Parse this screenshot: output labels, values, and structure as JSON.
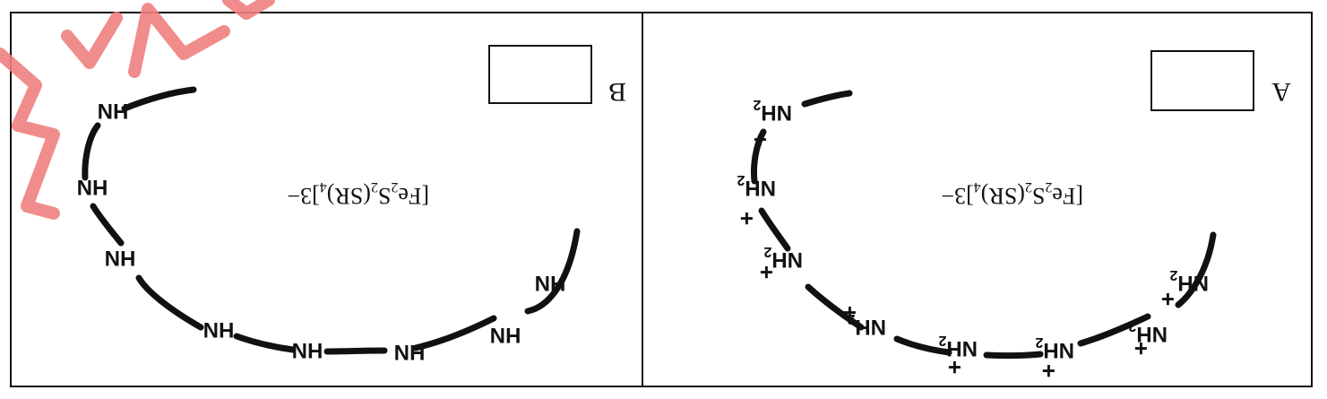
{
  "panels": [
    {
      "id": "B",
      "label": "B",
      "complex": {
        "base": "[Fe",
        "fe_sub": "2",
        "s": "S",
        "s_sub": "2",
        "sr": "(SR)",
        "sr_sub": "4",
        "charge": "]3−"
      },
      "groups": [
        {
          "text": "HN"
        },
        {
          "text": "HN"
        },
        {
          "text": "HN"
        },
        {
          "text": "HN"
        },
        {
          "text": "HN"
        },
        {
          "text": "HN"
        },
        {
          "text": "HN"
        },
        {
          "text": "HN"
        }
      ]
    },
    {
      "id": "A",
      "label": "A",
      "complex": {
        "base": "[Fe",
        "fe_sub": "2",
        "s": "S",
        "s_sub": "2",
        "sr": "(SR)",
        "sr_sub": "4",
        "charge": "]3−"
      },
      "groups": [
        {
          "text": "NH",
          "sub": "2",
          "plus": "+"
        },
        {
          "text": "NH",
          "sub": "2",
          "plus": "+"
        },
        {
          "text": "NH",
          "sub": "2",
          "plus": "+"
        },
        {
          "text": "NH",
          "sub": "2",
          "plus": "+"
        },
        {
          "text": "NH",
          "sub": "2",
          "plus": "+"
        },
        {
          "text": "NH",
          "sub": "2",
          "plus": "+"
        },
        {
          "text": "NH",
          "sub": "2",
          "plus": "+"
        },
        {
          "text": "NH",
          "sub": "2",
          "plus": "+"
        }
      ]
    }
  ]
}
